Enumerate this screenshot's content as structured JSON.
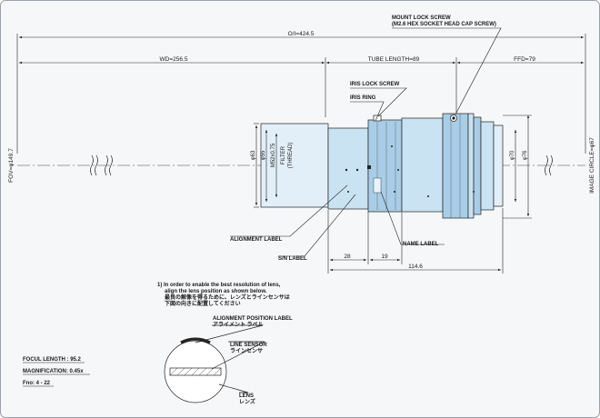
{
  "dimensions": {
    "overall_length": "O/I=424.5",
    "wd": "WD=256.5",
    "tube_length": "TUBE LENGTH=89",
    "ffd": "FFD=79",
    "fov": "FOV=φ149.7",
    "image_circle": "IMAGE CIRCLE=φ67",
    "d63": "φ63",
    "d55": "φ55",
    "m52": "M52x0.75",
    "filter_1": "FILTER",
    "filter_2": "(THREAD)",
    "d70": "φ70",
    "d76": "φ76",
    "len_28": "28",
    "len_19": "19",
    "len_114": "114.6"
  },
  "callouts": {
    "mount_screw_1": "MOUNT LOCK SCREW",
    "mount_screw_2": "(M2.6 HEX SOCKET HEAD CAP SCREW)",
    "iris_lock": "IRIS LOCK SCREW",
    "iris_ring": "IRIS RING",
    "alignment_label": "ALIGNMENT LABEL",
    "sn_label": "S/N LABEL",
    "name_label": "NAME LABEL"
  },
  "note": {
    "line1": "1) In order to enable the best resolution of lens,",
    "line2": "align the lens position as shown below.",
    "line3": "最良の解像を得るために、レンズとラインセンサは",
    "line4": "下図の向きに配置してください"
  },
  "inset": {
    "alignment_en": "ALIGNMENT POSITION LABEL",
    "alignment_jp": "アライメント ラベル",
    "sensor_en": "LINE SENSOR",
    "sensor_jp": "ラインセンサ",
    "lens_en": "LENS",
    "lens_jp": "レンズ"
  },
  "specs": {
    "focal_length": "FOCUL LENGTH : 95.2",
    "magnification": "MAGNIFICATION: 0.45x",
    "fno": "Fno: 4 - 22"
  },
  "colors": {
    "lens_body": "#c9e3f3",
    "lens_shade": "#a9cde6",
    "line": "#222222"
  }
}
